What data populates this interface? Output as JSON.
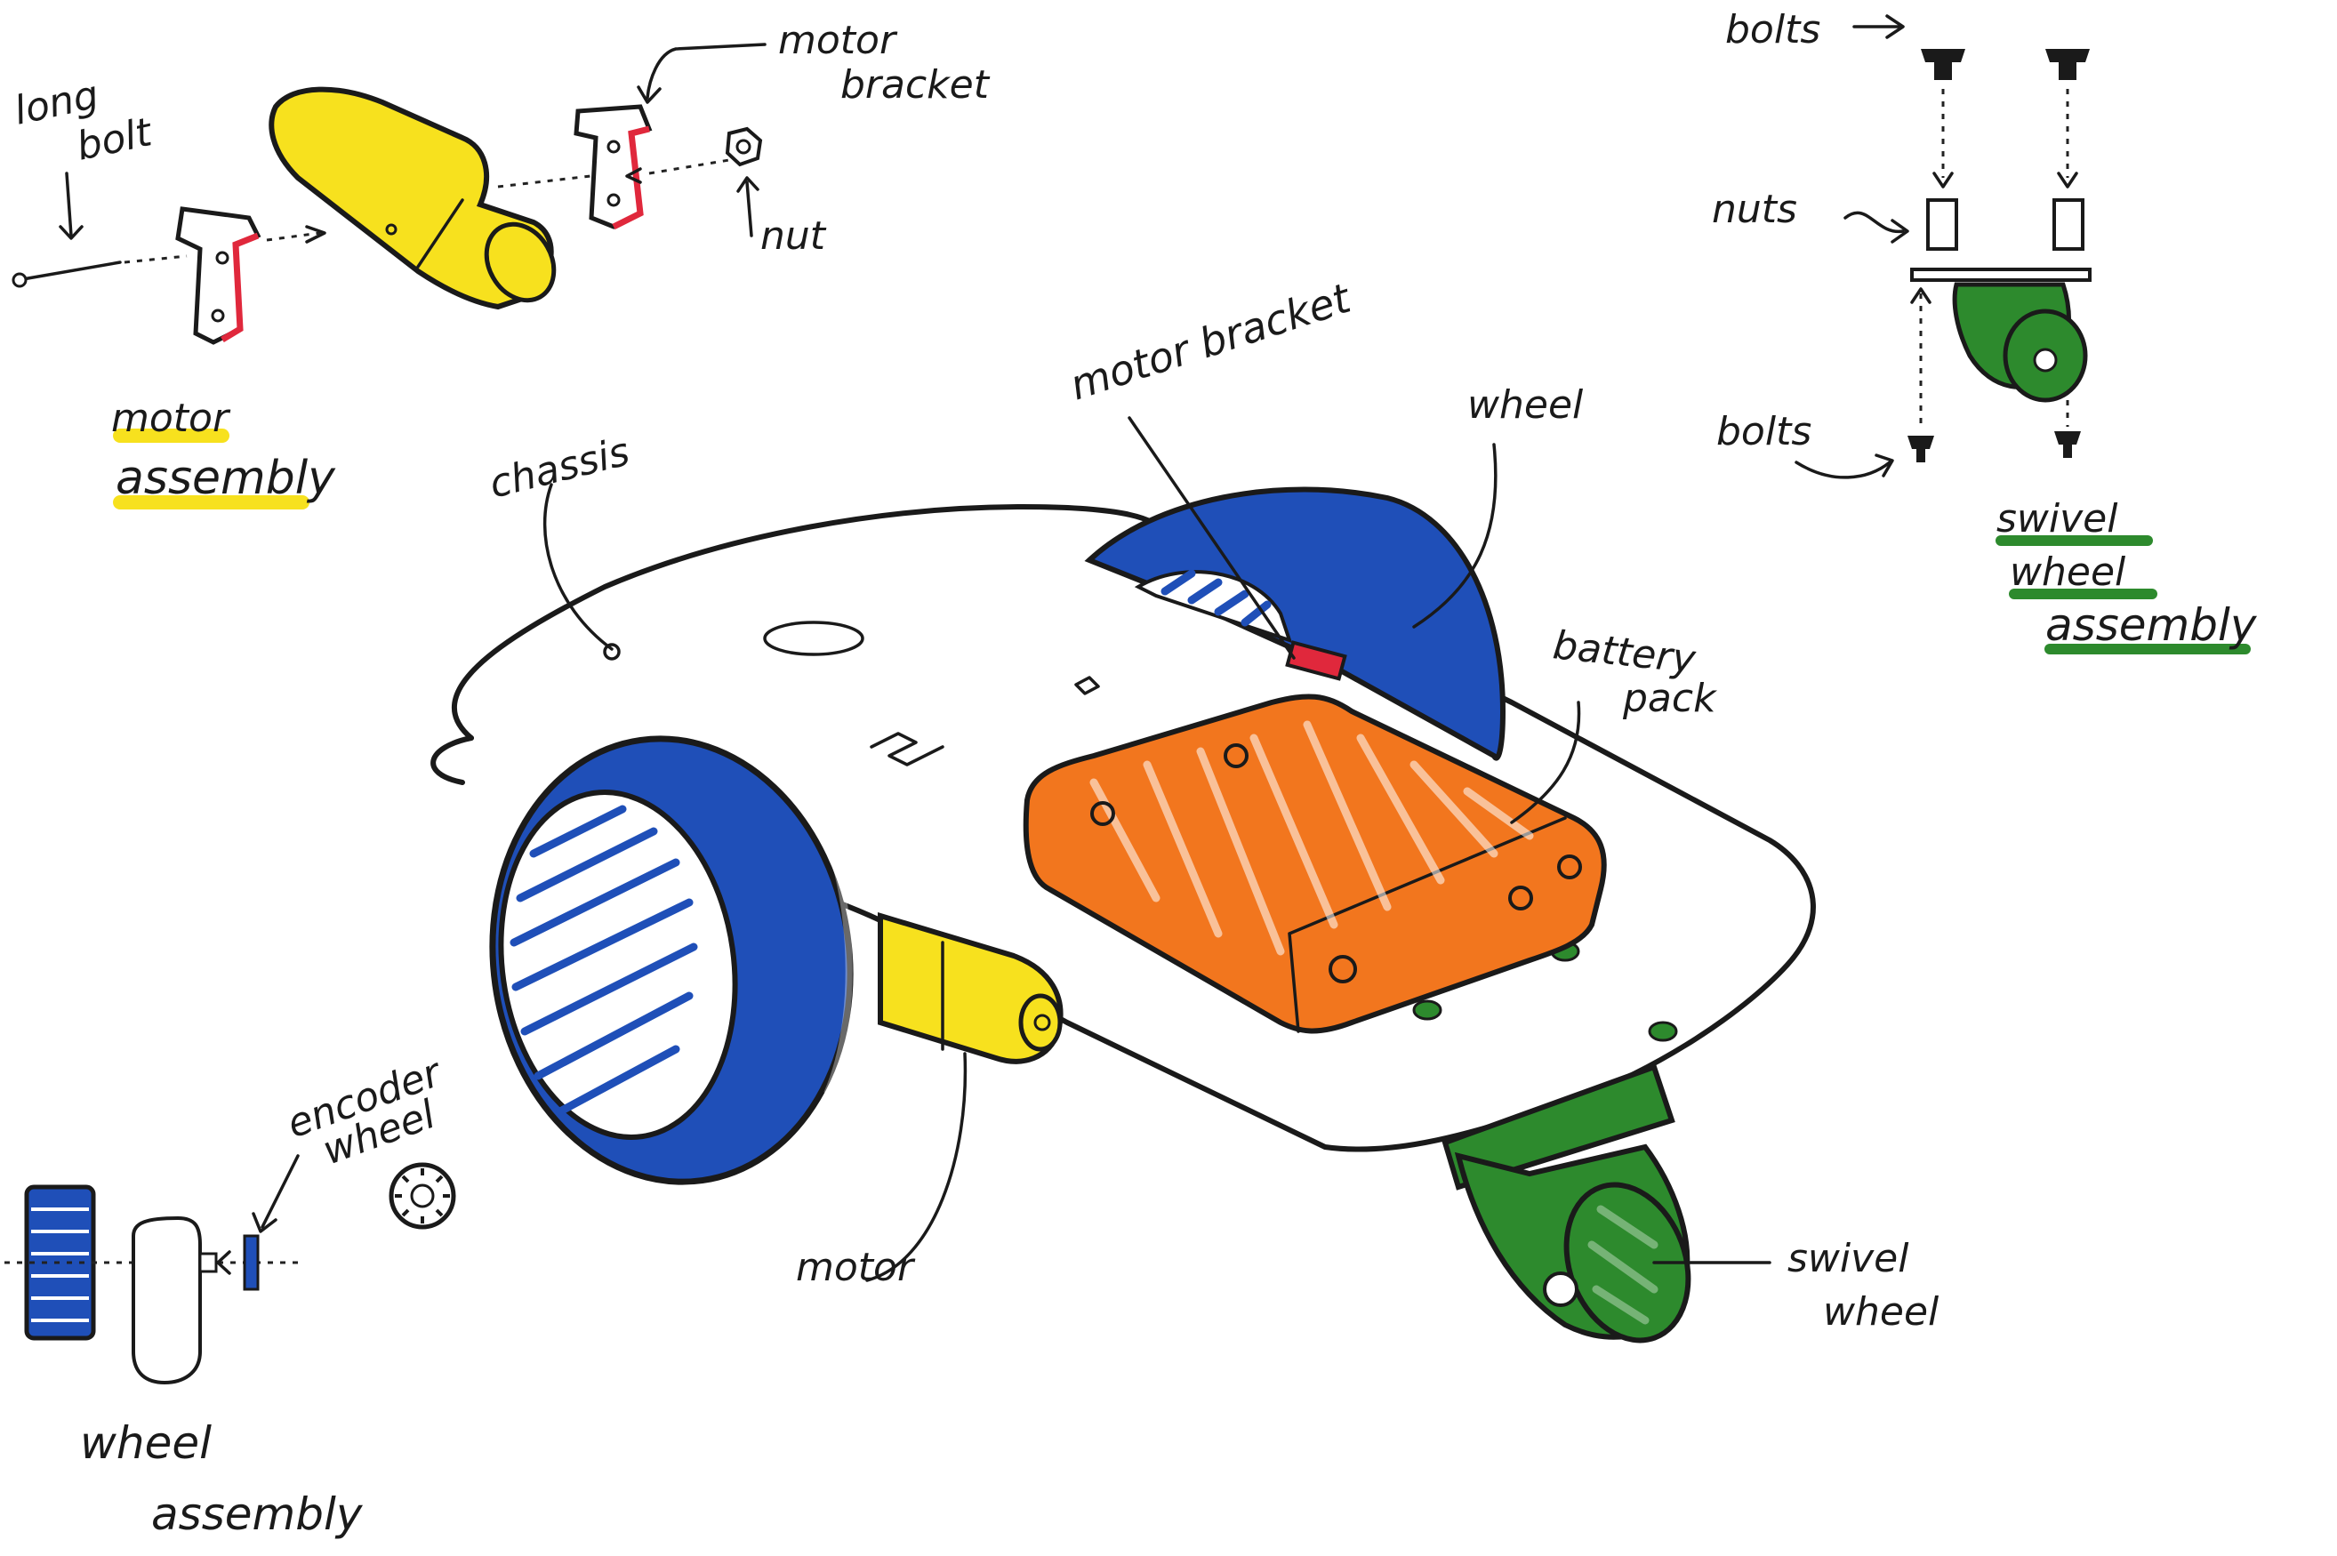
{
  "labels": {
    "long_bolt_1": "long",
    "long_bolt_2": "bolt",
    "motor_bracket_top_1": "motor",
    "motor_bracket_top_2": "bracket",
    "nut": "nut",
    "motor_assembly_1": "motor",
    "motor_assembly_2": "assembly",
    "bolts_top": "bolts",
    "nuts": "nuts",
    "bolts_bottom": "bolts",
    "swivel_wheel_assembly_1": "swivel",
    "swivel_wheel_assembly_2": "wheel",
    "swivel_wheel_assembly_3": "assembly",
    "chassis": "chassis",
    "motor_bracket_main": "motor bracket",
    "wheel": "wheel",
    "battery_pack_1": "battery",
    "battery_pack_2": "pack",
    "encoder_wheel_1": "encoder",
    "encoder_wheel_2": "wheel",
    "motor": "motor",
    "swivel_wheel_1": "swivel",
    "swivel_wheel_2": "wheel",
    "wheel_assembly_1": "wheel",
    "wheel_assembly_2": "assembly"
  },
  "colors": {
    "ink": "#1a1a1a",
    "motor_yellow": "#f7e11e",
    "bracket_red": "#e0283c",
    "wheel_blue": "#1f4fb8",
    "battery_orange": "#f2761e",
    "swivel_green": "#2d8a2d"
  }
}
